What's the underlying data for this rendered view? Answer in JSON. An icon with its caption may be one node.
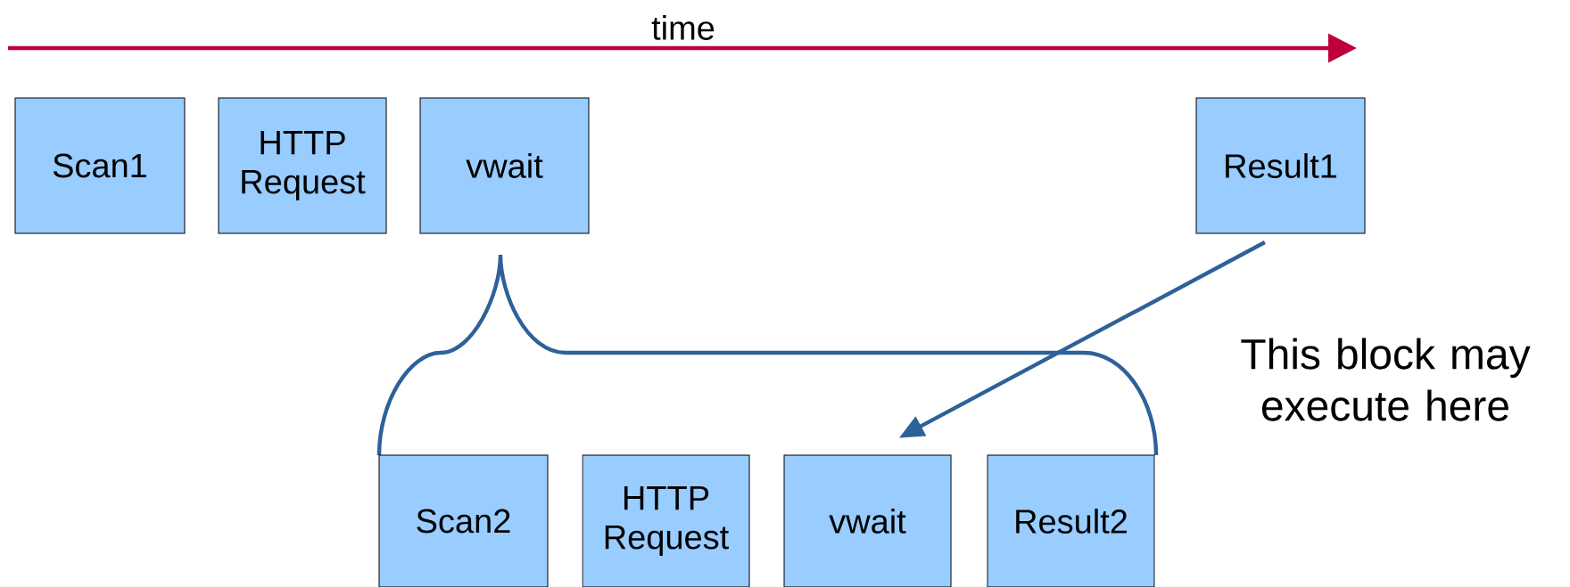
{
  "diagram": {
    "nodes": [
      {
        "text": [
          "Scan1"
        ]
      },
      {
        "text": [
          "HTTP Request"
        ]
      },
      {
        "text": [
          "vwait"
        ]
      },
      {
        "text": [
          "Result1"
        ]
      },
      {
        "text": [
          "Scan2"
        ]
      },
      {
        "text": [
          "HTTP Request"
        ]
      },
      {
        "text": [
          "vwait"
        ]
      },
      {
        "text": [
          "Result2"
        ]
      }
    ],
    "edges": [
      {
        "from": 3,
        "to": 6,
        "arrow": "to"
      }
    ],
    "labels": [
      "time",
      "This block may execute here"
    ]
  }
}
